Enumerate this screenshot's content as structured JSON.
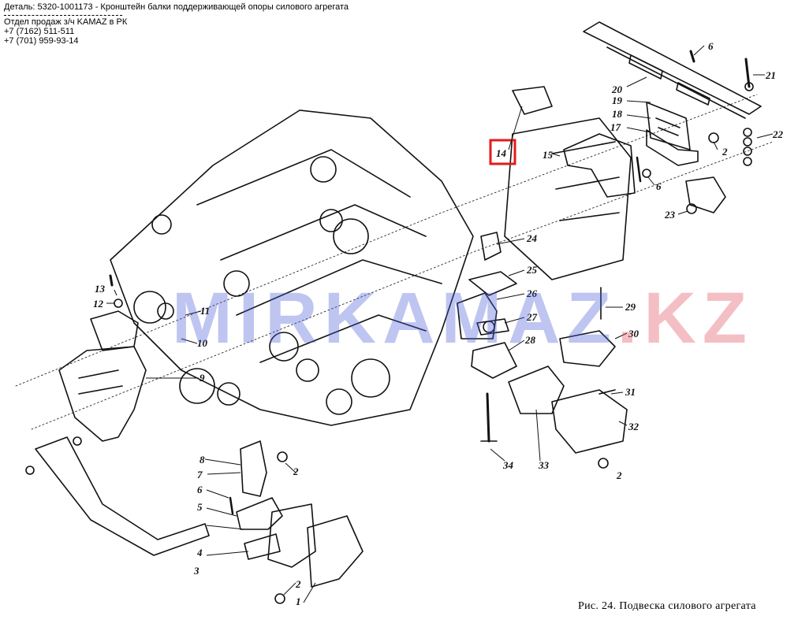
{
  "header": {
    "detail": "Деталь: 5320-1001173 - Кронштейн балки поддерживающей опоры силового агрегата",
    "dept": "Отдел продаж з/ч KAMAZ в РК",
    "phone1": "+7 (7162) 511-511",
    "phone2": "+7 (701) 959-93-14"
  },
  "figure": {
    "caption": "Рис. 24. Подвеска силового агрегата",
    "watermark_a": "MIRKAMAZ",
    "watermark_b": ".KZ",
    "highlight_color": "#e31b1b",
    "labels": {
      "l1": "1",
      "l2a": "2",
      "l2b": "2",
      "l2c": "2",
      "l2d": "2",
      "l3": "3",
      "l4": "4",
      "l5": "5",
      "l6a": "6",
      "l6b": "6",
      "l6c": "6",
      "l7": "7",
      "l8": "8",
      "l9": "9",
      "l10": "10",
      "l11": "11",
      "l12": "12",
      "l13": "13",
      "l14": "14",
      "l15": "15",
      "l17": "17",
      "l18": "18",
      "l19": "19",
      "l20": "20",
      "l21": "21",
      "l22": "22",
      "l23": "23",
      "l24": "24",
      "l25": "25",
      "l26": "26",
      "l27": "27",
      "l28": "28",
      "l29": "29",
      "l30": "30",
      "l31": "31",
      "l32": "32",
      "l33": "33",
      "l34": "34"
    }
  }
}
